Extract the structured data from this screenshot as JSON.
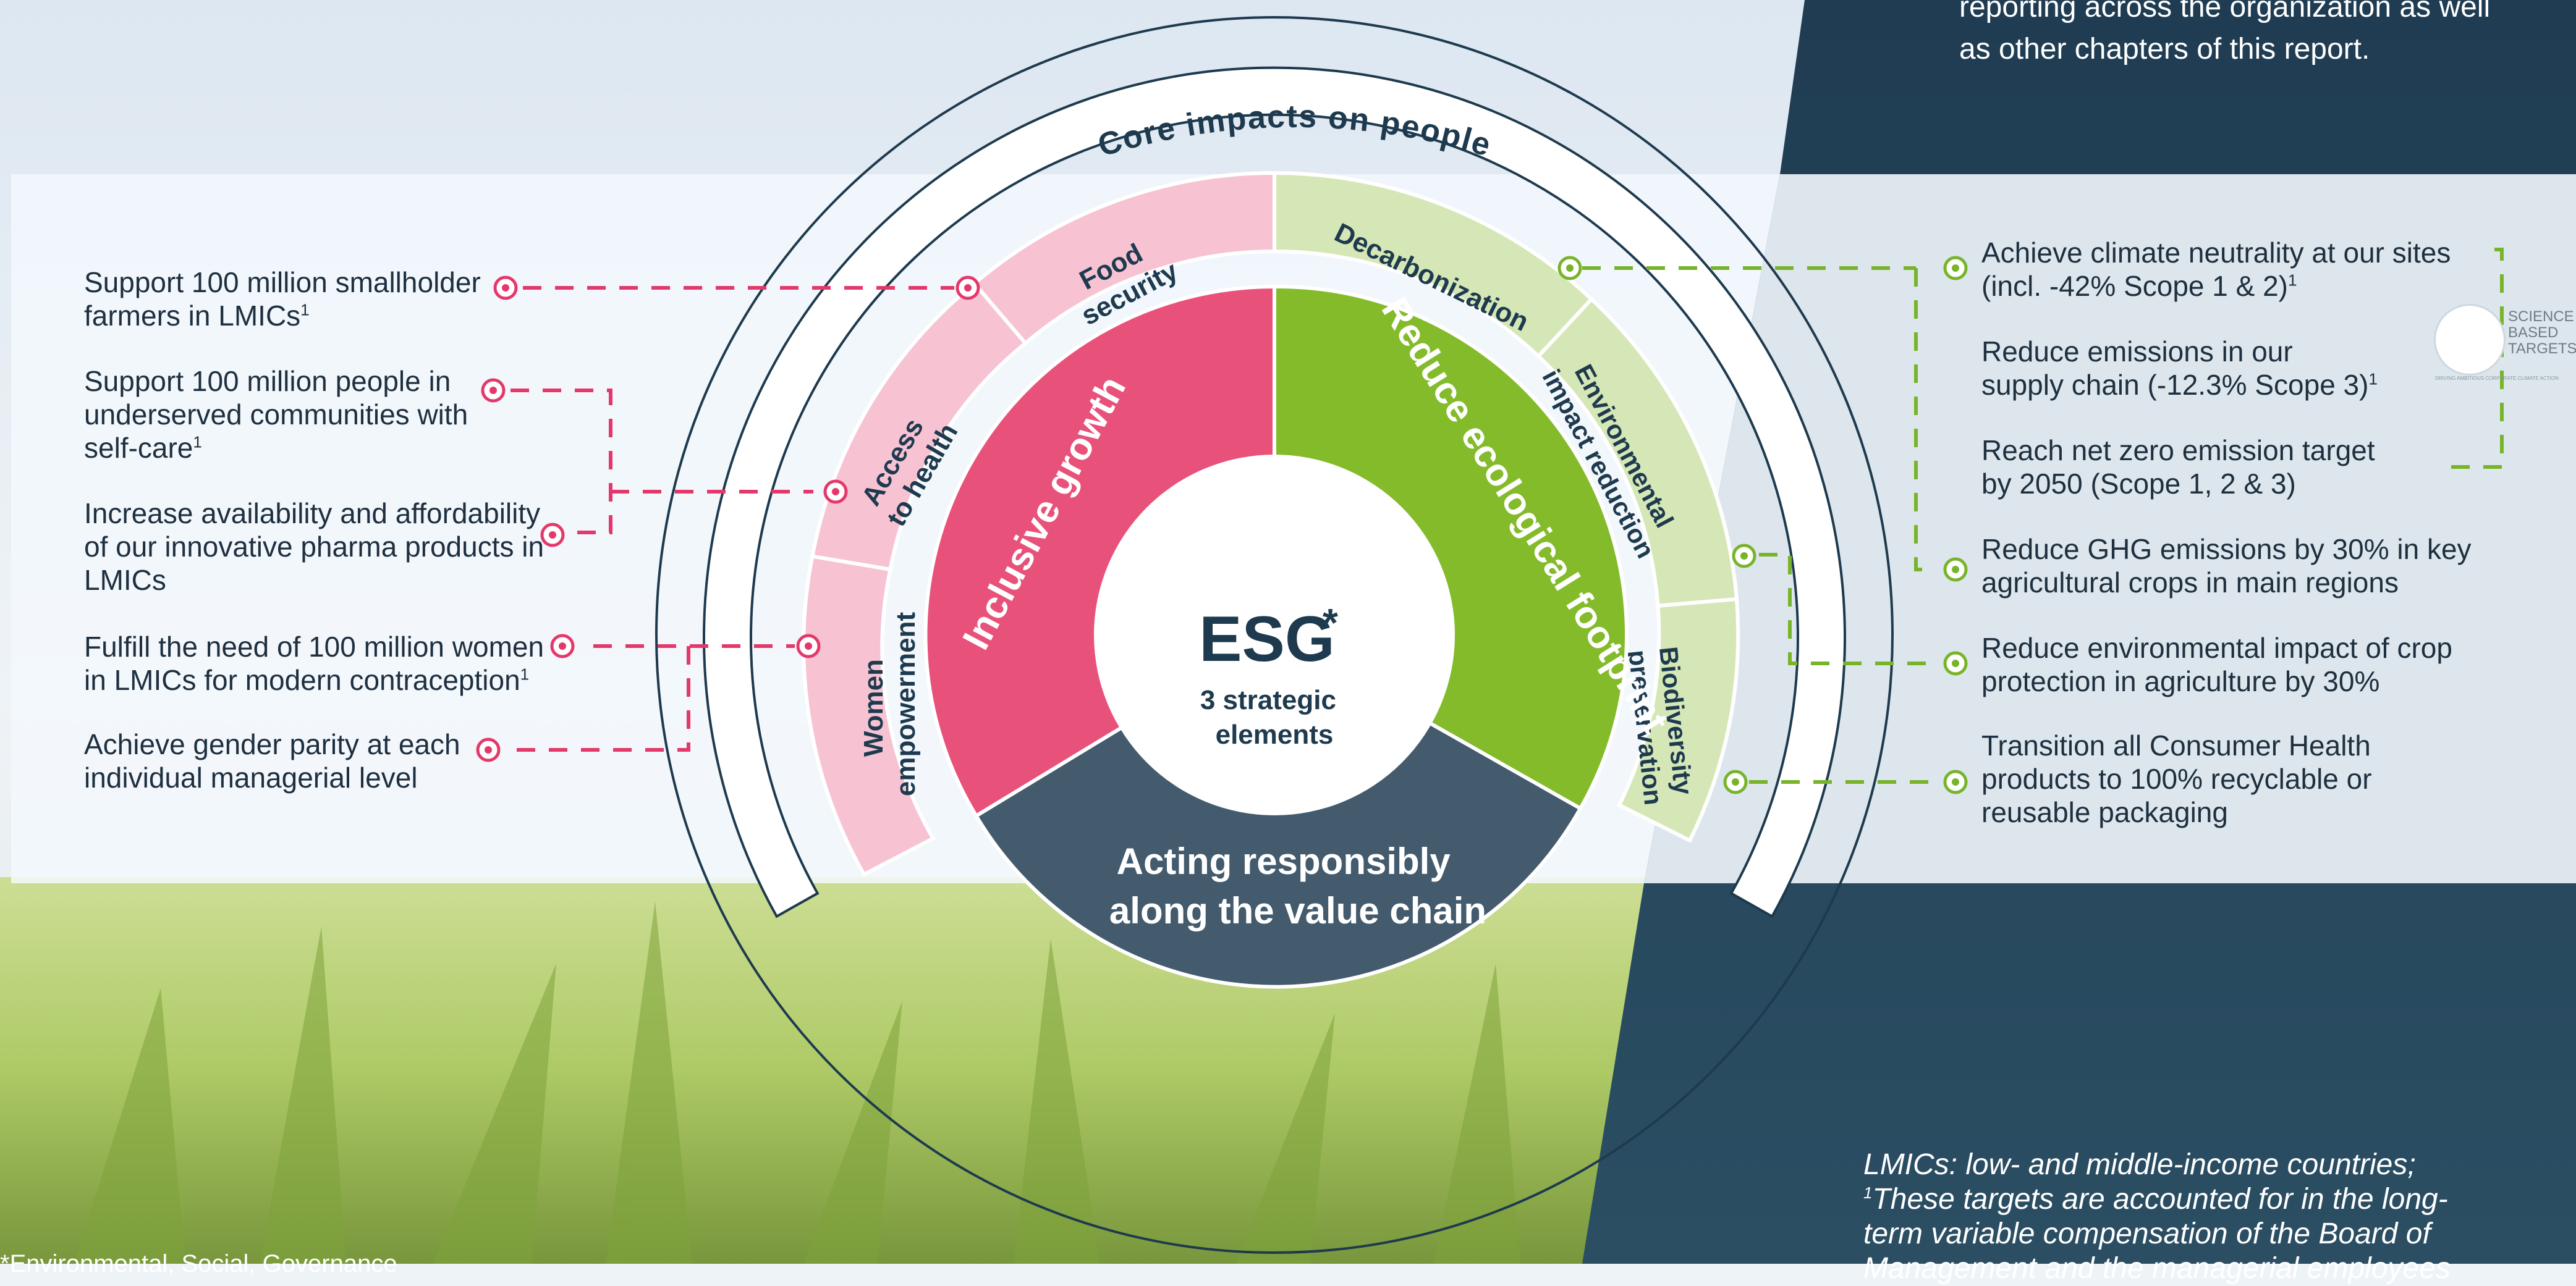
{
  "colors": {
    "pink": "#e8527a",
    "light_pink": "#f7c3d3",
    "green": "#84bb2a",
    "light_green": "#d5e7b6",
    "slate": "#435b6d",
    "navy": "#1e3a4e",
    "pink_connector": "#e5386a",
    "green_connector": "#78b42a"
  },
  "header": {
    "top_right_text": "reporting across the organization as well as other chapters of this report."
  },
  "wheel": {
    "outer_ring_label": "Core impacts on people",
    "center_title": "ESG",
    "center_asterisk": "*",
    "center_subtitle_line1": "3 strategic",
    "center_subtitle_line2": "elements",
    "segment_left": "Inclusive growth",
    "segment_right": "Reduce ecological footprint",
    "segment_bottom_line1": "Acting responsibly",
    "segment_bottom_line2": "along the value chain",
    "sub_segments": {
      "food_security": [
        "Food",
        "security"
      ],
      "access_to_health": [
        "Access",
        "to health"
      ],
      "women_empowerment": [
        "Women",
        "empowerment"
      ],
      "decarbonization": [
        "Decarbonization"
      ],
      "environmental_impact_reduction": [
        "Environmental",
        "impact reduction"
      ],
      "biodiversity_preservation": [
        "Biodiversity",
        "preservation"
      ]
    }
  },
  "left_targets": [
    {
      "text": "Support 100 million smallholder farmers in LMICs",
      "sup": "1"
    },
    {
      "text": "Support 100 million people in underserved communities with self-care",
      "sup": "1"
    },
    {
      "text": "Increase availability and affordability of our innovative pharma products in LMICs",
      "sup": ""
    },
    {
      "text": "Fulfill the need of 100 million women in LMICs for modern contraception",
      "sup": "1"
    },
    {
      "text": "Achieve gender parity at each individual managerial level",
      "sup": ""
    }
  ],
  "right_targets": [
    {
      "line1": "Achieve climate neutrality at our sites",
      "line2": "(incl. -42% Scope 1 & 2)",
      "sup": "1"
    },
    {
      "line1": "Reduce emissions in our",
      "line2": "supply chain (-12.3% Scope 3)",
      "sup": "1"
    },
    {
      "line1": "Reach net zero emission target",
      "line2": "by 2050 (Scope 1, 2 & 3)",
      "sup": ""
    },
    {
      "line1": "Reduce GHG emissions by 30% in key",
      "line2": "agricultural crops in main regions",
      "sup": ""
    },
    {
      "line1": "Reduce environmental impact of crop",
      "line2": "protection in agriculture by 30%",
      "sup": ""
    },
    {
      "line1": "Transition all Consumer Health",
      "line2": "products to 100% recyclable or",
      "line3": "reusable packaging",
      "sup": ""
    }
  ],
  "sbt_badge": {
    "line1": "SCIENCE",
    "line2": "BASED",
    "line3": "TARGETS",
    "tagline": "DRIVING AMBITIOUS CORPORATE CLIMATE ACTION"
  },
  "footnote": {
    "line1": "LMICs: low- and middle-income countries;",
    "line2_sup": "1",
    "line2": "These targets are accounted for in the long-",
    "line3": "term variable compensation of the Board of",
    "line4": "Management and the managerial employees"
  },
  "bottom_left": {
    "text": "*Environmental, Social, Governance"
  }
}
